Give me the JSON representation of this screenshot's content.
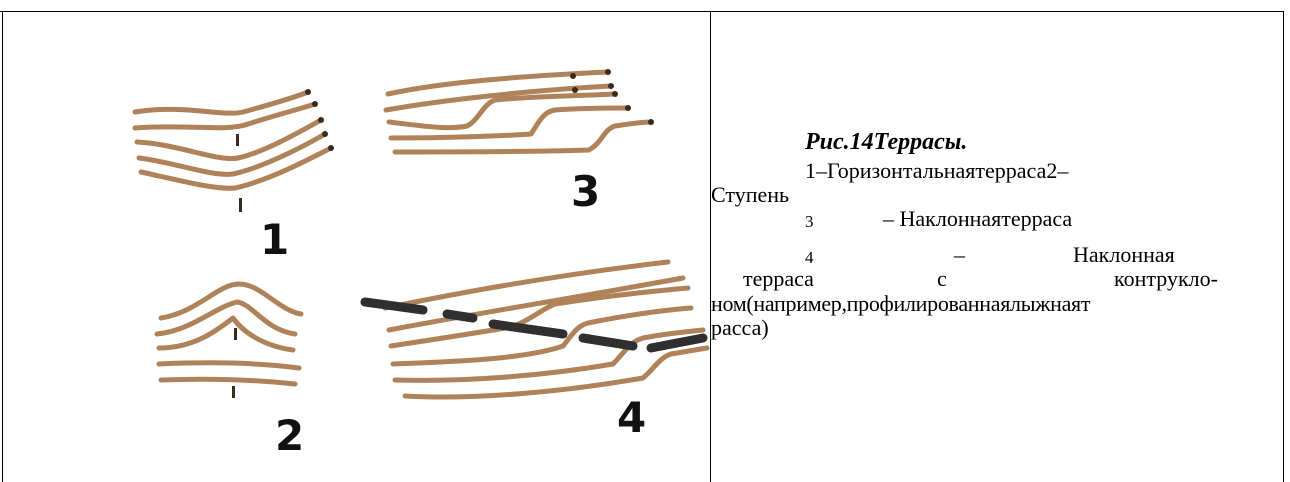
{
  "figure": {
    "labels": [
      "1",
      "2",
      "3",
      "4"
    ],
    "colors": {
      "terrace_lines": "#b0825a",
      "dashed_profile": "#2f2f2f"
    }
  },
  "caption": {
    "title": "Рис.14Террасы.",
    "item1": "1–Горизонтальнаятерраса2–",
    "item1_cont": "Ступень",
    "item3_num": "3",
    "item3_text": "– Наклоннаятерраса",
    "item4_num": "4",
    "item4_dash": "–",
    "item4_word": "Наклонная",
    "item4_l2_a": "терраса",
    "item4_l2_b": "с",
    "item4_l2_c": "контрукло-",
    "item4_l3": "ном(например,профилированнаялыжнаят",
    "item4_l4": "расса)"
  }
}
